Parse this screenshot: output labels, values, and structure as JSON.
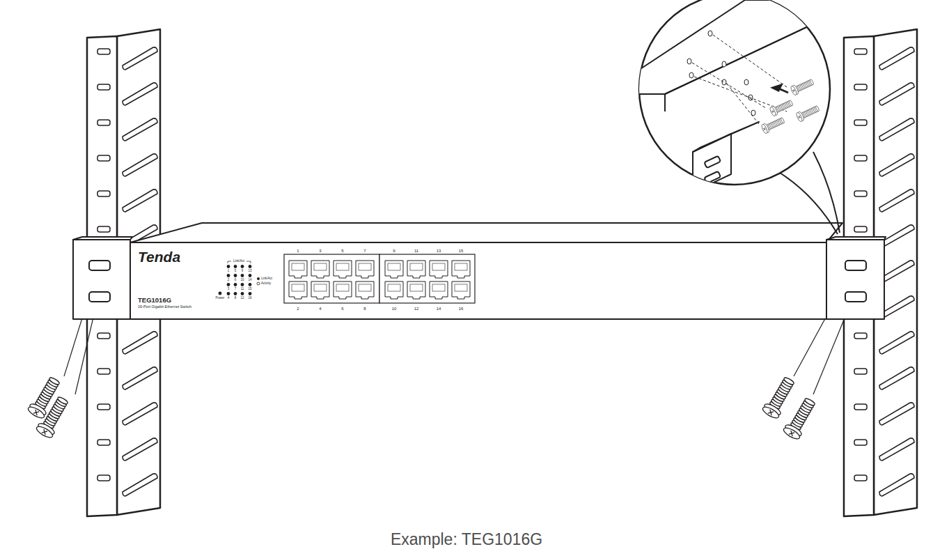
{
  "diagram": {
    "caption": "Example: TEG1016G",
    "labels": [
      "Tenda",
      "TEG1016G",
      "16-Port Gigabit Ethernet Switch",
      "Link/Act",
      "1",
      "5",
      "9",
      "13",
      "2",
      "6",
      "10",
      "14",
      "3",
      "7",
      "11",
      "15",
      "4",
      "8",
      "12",
      "16",
      "Power",
      "Link/Act",
      "Activity",
      "1",
      "3",
      "5",
      "7",
      "9",
      "11",
      "13",
      "15",
      "2",
      "4",
      "6",
      "8",
      "10",
      "12",
      "14",
      "16"
    ]
  }
}
